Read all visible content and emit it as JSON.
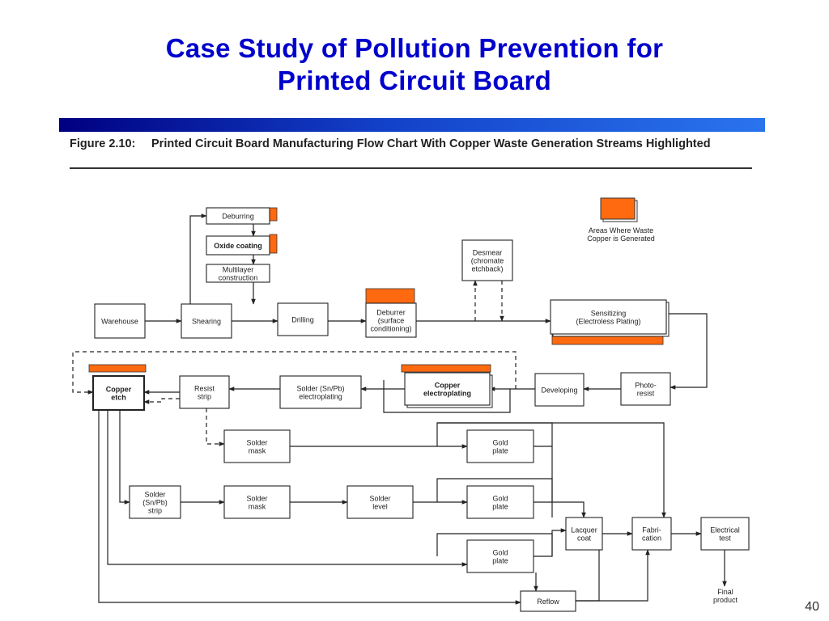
{
  "slide": {
    "title_line1": "Case Study of Pollution Prevention for",
    "title_line2": "Printed Circuit Board",
    "page_number": "40"
  },
  "figure": {
    "caption_number": "Figure 2.10:",
    "caption_text": "Printed Circuit Board Manufacturing Flow Chart With Copper Waste Generation Streams Highlighted"
  },
  "legend": {
    "lines": [
      "Areas Where Waste",
      "Copper is Generated"
    ]
  },
  "colors": {
    "title": "#0000cc",
    "waste_highlight": "#ff6a10"
  },
  "nodes": {
    "deburring": [
      "Deburring"
    ],
    "oxide_coating": [
      "Oxide coating"
    ],
    "multilayer": [
      "Multilayer",
      "construction"
    ],
    "desmear": [
      "Desmear",
      "(chromate",
      "etchback)"
    ],
    "warehouse": [
      "Warehouse"
    ],
    "shearing": [
      "Shearing"
    ],
    "drilling": [
      "Drilling"
    ],
    "deburrer": [
      "Deburrer",
      "(surface",
      "conditioning)"
    ],
    "sensitizing": [
      "Sensitizing",
      "(Electroless Plating)"
    ],
    "copper_etch": [
      "Copper",
      "etch"
    ],
    "resist_strip": [
      "Resist",
      "strip"
    ],
    "solder_electroplating": [
      "Solder (Sn/Pb)",
      "electroplating"
    ],
    "copper_electroplating": [
      "Copper",
      "electroplating"
    ],
    "developing": [
      "Developing"
    ],
    "photo_resist": [
      "Photo-",
      "resist"
    ],
    "solder_mask_1": [
      "Solder",
      "mask"
    ],
    "gold_plate_1": [
      "Gold",
      "plate"
    ],
    "solder_strip": [
      "Solder",
      "(Sn/Pb)",
      "strip"
    ],
    "solder_mask_2": [
      "Solder",
      "mask"
    ],
    "solder_level": [
      "Solder",
      "level"
    ],
    "gold_plate_2": [
      "Gold",
      "plate"
    ],
    "lacquer_coat": [
      "Lacquer",
      "coat"
    ],
    "fabrication": [
      "Fabri-",
      "cation"
    ],
    "electrical_test": [
      "Electrical",
      "test"
    ],
    "gold_plate_3": [
      "Gold",
      "plate"
    ],
    "reflow": [
      "Reflow"
    ],
    "final_product": [
      "Final",
      "product"
    ]
  }
}
